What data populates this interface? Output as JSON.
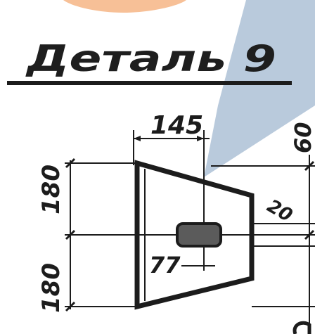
{
  "title": "Деталь 9",
  "dimensions": {
    "top_width": "145",
    "upper_height": "180",
    "lower_height": "180",
    "right_top": "60",
    "right_slot": "20",
    "slot_width": "77"
  },
  "colors": {
    "ink": "#1c1c1c",
    "orange_blob": "#f6b98c",
    "blue_wedge": "#7f9ec0",
    "paper": "#ffffff"
  }
}
